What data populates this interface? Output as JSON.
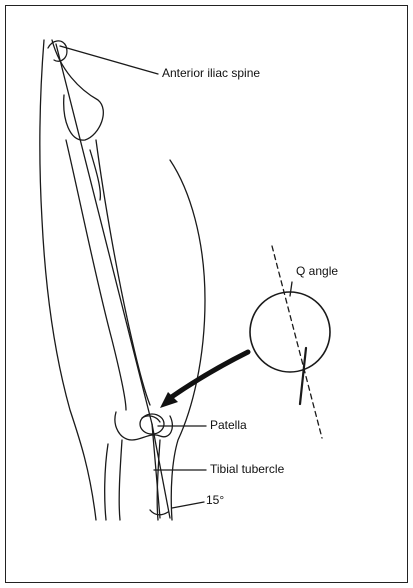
{
  "figure": {
    "labels": {
      "anterior_iliac_spine": "Anterior iliac spine",
      "q_angle": "Q angle",
      "patella": "Patella",
      "tibial_tubercle": "Tibial tubercle",
      "angle_value": "15°"
    }
  }
}
